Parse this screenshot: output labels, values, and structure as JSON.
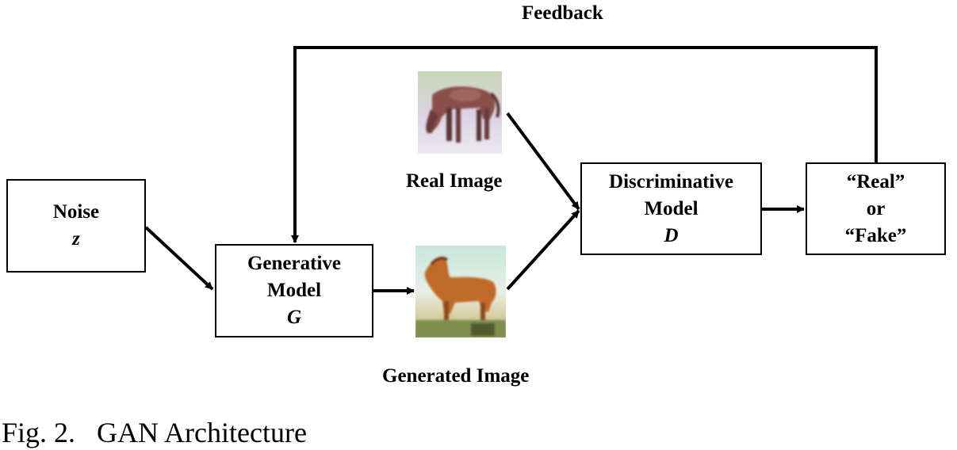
{
  "feedback_label": "Feedback",
  "noise": {
    "title": "Noise",
    "symbol": "z"
  },
  "generator": {
    "line1": "Generative",
    "line2": "Model",
    "symbol": "G"
  },
  "discriminator": {
    "line1": "Discriminative",
    "line2": "Model",
    "symbol": "D"
  },
  "output": {
    "line1": "“Real”",
    "line2": "or",
    "line3": "“Fake”"
  },
  "real_image_label": "Real Image",
  "generated_image_label": "Generated Image",
  "caption": "Fig. 2.   GAN Architecture"
}
